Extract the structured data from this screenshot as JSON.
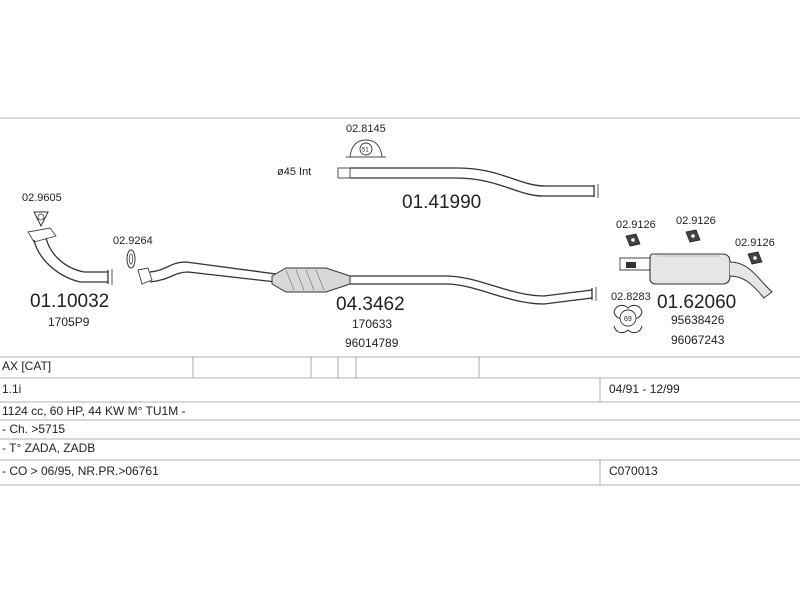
{
  "parts": {
    "clamp_2_8145": "02.8145",
    "clamp_2_8145_badge": "51",
    "pipe_diameter": "ø45 Int",
    "rear_pipe": "01.41990",
    "gasket_2_9605": "02.9605",
    "front_pipe": "01.10032",
    "front_pipe_ref": "1705P9",
    "gasket_2_9264": "02.9264",
    "cat_pipe": "04.3462",
    "cat_pipe_ref1": "170633",
    "cat_pipe_ref2": "96014789",
    "hanger_2_9126_a": "02.9126",
    "hanger_2_9126_b": "02.9126",
    "hanger_2_9126_c": "02.9126",
    "clamp_2_8283": "02.8283",
    "clamp_2_8283_badge": "69",
    "rear_silencer": "01.62060",
    "rear_silencer_ref1": "95638426",
    "rear_silencer_ref2": "96067243"
  },
  "table": {
    "model": "AX  [CAT]",
    "engine": "1.1i",
    "period": "04/91 - 12/99",
    "spec": "1124 cc, 60 HP, 44 KW M° TU1M -",
    "chassis": "- Ch. >5715",
    "type": "- T° ZADA, ZADB",
    "notes": "- CO > 06/95, NR.PR.>06761",
    "code": "C070013"
  }
}
